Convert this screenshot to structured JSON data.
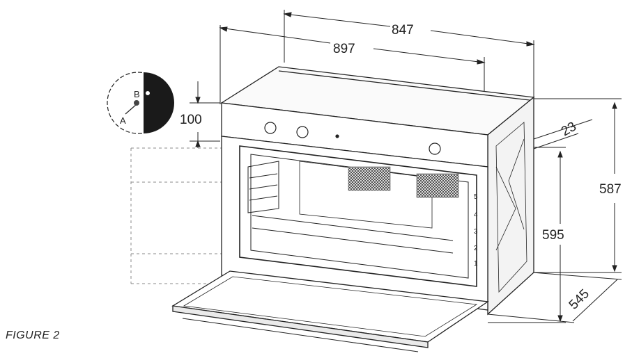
{
  "figure_label": "FIGURE 2",
  "dimensions": {
    "top_outer_width": "847",
    "front_width": "897",
    "panel_height": "100",
    "side_depth_top": "23",
    "total_height": "587",
    "cavity_height": "595",
    "depth": "545"
  },
  "detail": {
    "label_a": "A",
    "label_b": "B"
  },
  "rack_levels": [
    "5",
    "4",
    "3",
    "2",
    "1"
  ],
  "colors": {
    "line": "#222222",
    "dash": "#888888"
  }
}
